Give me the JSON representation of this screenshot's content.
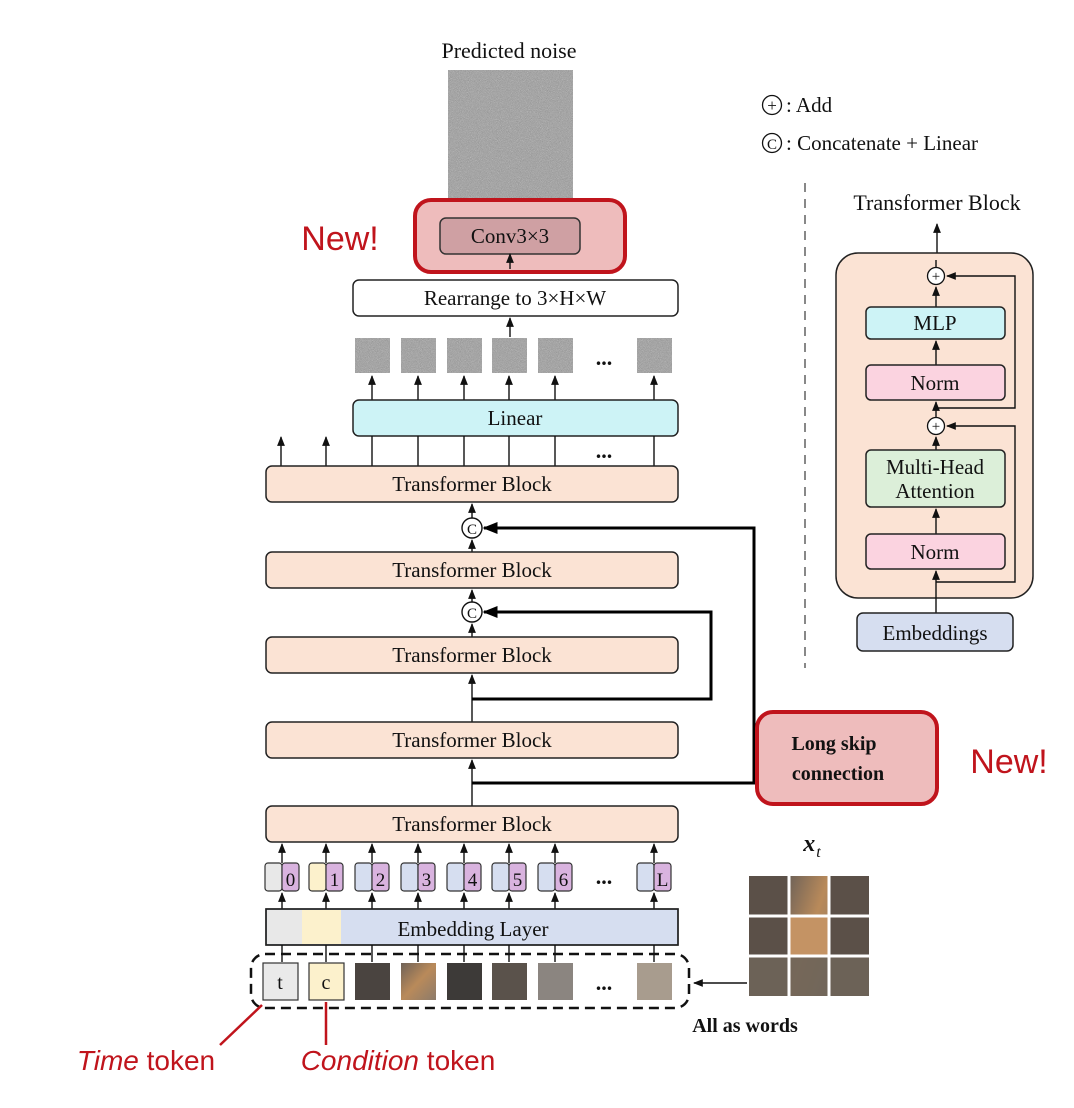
{
  "labels": {
    "predicted_noise": "Predicted noise",
    "conv": "Conv3×3",
    "new_top": "New!",
    "new_right": "New!",
    "rearrange": "Rearrange to 3×H×W",
    "linear": "Linear",
    "transformer_block": "Transformer Block",
    "embedding_layer": "Embedding Layer",
    "ellipsis": "...",
    "long_skip_line1": "Long skip",
    "long_skip_line2": "connection",
    "xt_main": "x",
    "xt_sub": "t",
    "all_as_words": "All as words",
    "time_token_italic": "Time",
    "condition_token_italic": "Condition",
    "token_suffix": " token",
    "t_token": "t",
    "c_token": "c"
  },
  "token_numbers": [
    "0",
    "1",
    "2",
    "3",
    "4",
    "5",
    "6",
    "L"
  ],
  "legend": {
    "add_symbol": "+",
    "add_text": ": Add",
    "concat_symbol": "C",
    "concat_text": ": Concatenate + Linear"
  },
  "inset": {
    "title": "Transformer Block",
    "mlp": "MLP",
    "norm": "Norm",
    "mha_line1": "Multi-Head",
    "mha_line2": "Attention",
    "embeddings": "Embeddings"
  },
  "colors": {
    "transformer_block": "#fbe3d4",
    "linear": "#cdf3f6",
    "embedding": "#d6def0",
    "norm": "#fbd3e0",
    "attention": "#dcefd9",
    "highlight_red": "#c0141c",
    "highlight_fill": "#eebcbc"
  }
}
